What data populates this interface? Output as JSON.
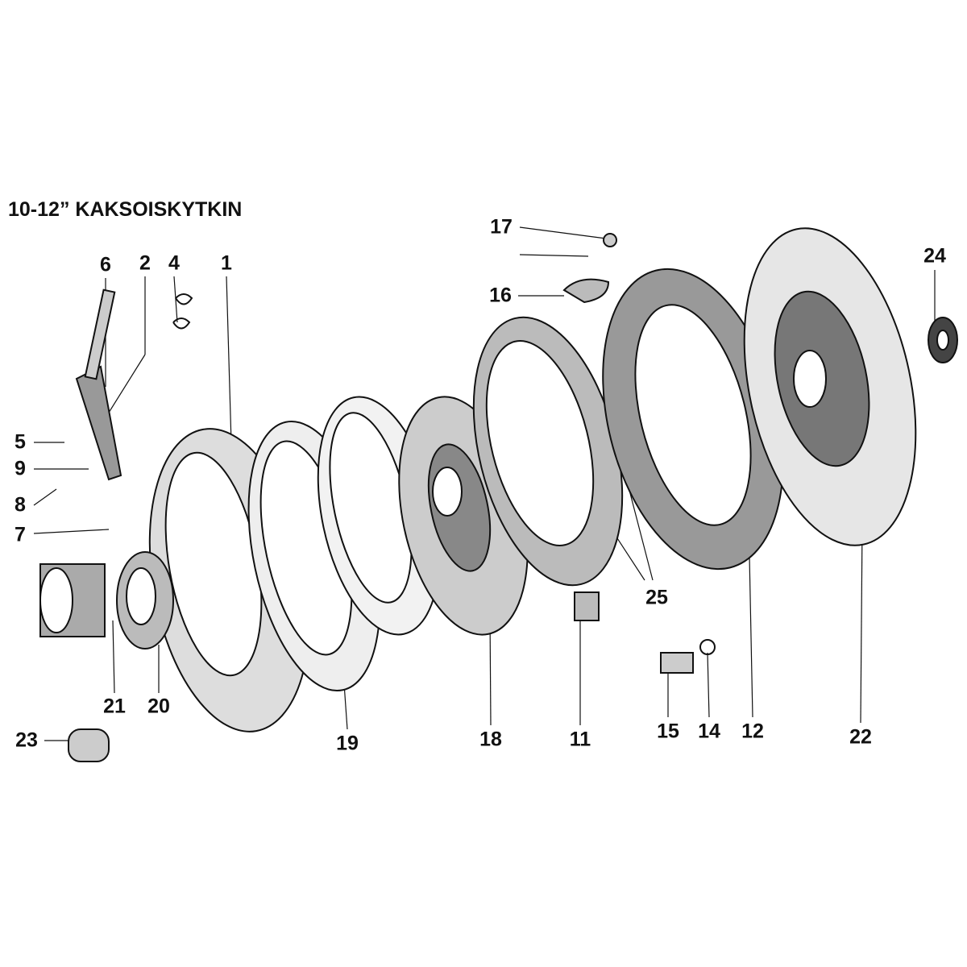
{
  "title": "10-12” KAKSOISKYTKIN",
  "callouts": {
    "p1": "1",
    "p2": "2",
    "p4": "4",
    "p5": "5",
    "p6": "6",
    "p7": "7",
    "p8": "8",
    "p9": "9",
    "p11": "11",
    "p12": "12",
    "p14": "14",
    "p15": "15",
    "p16": "16",
    "p17": "17",
    "p18": "18",
    "p19": "19",
    "p20": "20",
    "p21": "21",
    "p22": "22",
    "p23": "23",
    "p24": "24",
    "p25": "25"
  }
}
